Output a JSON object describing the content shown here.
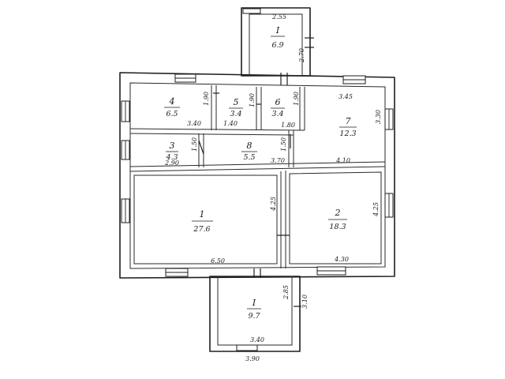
{
  "rooms": [
    {
      "id": "I",
      "number": "I",
      "area": "6.9"
    },
    {
      "id": "4",
      "number": "4",
      "area": "6.5"
    },
    {
      "id": "5",
      "number": "5",
      "area": "3.4"
    },
    {
      "id": "6",
      "number": "6",
      "area": "3.4"
    },
    {
      "id": "7",
      "number": "7",
      "area": "12.3"
    },
    {
      "id": "3",
      "number": "3",
      "area": "4.3"
    },
    {
      "id": "8",
      "number": "8",
      "area": "5.5"
    },
    {
      "id": "1",
      "number": "1",
      "area": "27.6"
    },
    {
      "id": "2",
      "number": "2",
      "area": "18.3"
    },
    {
      "id": "II",
      "number": "I",
      "area": "9.7"
    }
  ],
  "dimensions": [
    {
      "id": "top-porch-width",
      "value": "2.55"
    },
    {
      "id": "top-porch-depth",
      "value": "2.70"
    },
    {
      "id": "r4-width",
      "value": "3.40"
    },
    {
      "id": "r4-depth",
      "value": "1.90"
    },
    {
      "id": "r5-width",
      "value": "1.40"
    },
    {
      "id": "r5-depth",
      "value": "1.90"
    },
    {
      "id": "r6-width",
      "value": "1.80"
    },
    {
      "id": "r6-depth",
      "value": "1.90"
    },
    {
      "id": "r7-width-top",
      "value": "3.45"
    },
    {
      "id": "r7-depth",
      "value": "3.30"
    },
    {
      "id": "r7-width-bottom",
      "value": "4.10"
    },
    {
      "id": "r3-depth",
      "value": "1.50"
    },
    {
      "id": "r3-width",
      "value": "2.90"
    },
    {
      "id": "r8-depth",
      "value": "1.50"
    },
    {
      "id": "r8-width",
      "value": "3.70"
    },
    {
      "id": "r1-depth",
      "value": "4.25"
    },
    {
      "id": "r1-width",
      "value": "6.50"
    },
    {
      "id": "r2-depth",
      "value": "4.25"
    },
    {
      "id": "r2-width",
      "value": "4.30"
    },
    {
      "id": "bottom-porch-depth-a",
      "value": "2.85"
    },
    {
      "id": "bottom-porch-depth-b",
      "value": "3.10"
    },
    {
      "id": "bottom-porch-inner",
      "value": "3.40"
    },
    {
      "id": "bottom-porch-outer",
      "value": "3.90"
    }
  ]
}
